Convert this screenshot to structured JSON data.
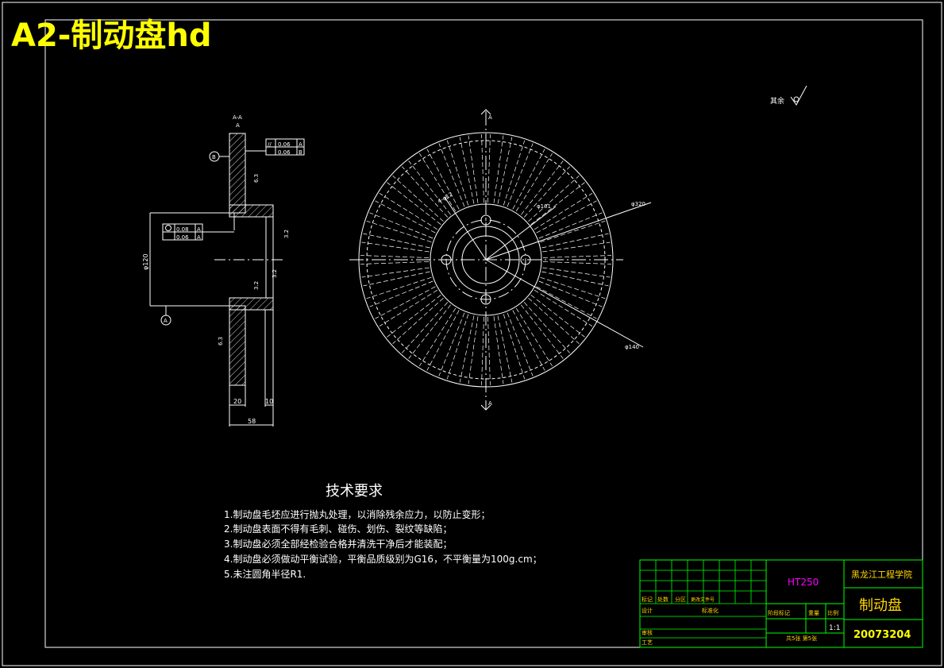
{
  "title": "A2-制动盘hd",
  "surface_finish_note": "其余",
  "section_view": {
    "section_label": "A-A",
    "section_marker": "A",
    "tolerance_frame_1": {
      "symbol": "//",
      "row1": "0.06",
      "datum1": "A",
      "row2": "0.06",
      "datum2": "B"
    },
    "tolerance_frame_2": {
      "row1": "0.08",
      "datum1": "A",
      "row2": "0.06",
      "datum2": "A"
    },
    "datum_A": "A",
    "datum_B": "B",
    "roughness_1": "6.3",
    "roughness_2": "6.3",
    "roughness_3": "3.2",
    "roughness_4": "3.2",
    "roughness_5": "3.2",
    "dia_label": "φ120",
    "dim_20": "20",
    "dim_10": "10",
    "dim_58": "58"
  },
  "front_view": {
    "section_mark_top": "A",
    "section_mark_bottom": "A",
    "holes_label": "4-φ12",
    "dia_101": "φ101",
    "dia_320": "φ320",
    "dia_140": "φ140"
  },
  "requirements": {
    "heading": "技术要求",
    "items": [
      "1.制动盘毛坯应进行抛丸处理，以消除残余应力，以防止变形；",
      "2.制动盘表面不得有毛刺、碰伤、划伤、裂纹等缺陷；",
      "3.制动盘必须全部经检验合格并清洗干净后才能装配；",
      "4.制动盘必须做动平衡试验，平衡品质级别为G16，不平衡量为100g.cm；",
      "5.未注圆角半径R1."
    ]
  },
  "title_block": {
    "material": "HT250",
    "school": "黑龙江工程学院",
    "part_name": "制动盘",
    "drawing_no": "20073204",
    "scale": "1:1",
    "labels": {
      "mark": "标记",
      "count": "处数",
      "zone": "分区",
      "change_doc": "更改文件号",
      "design": "设计",
      "standardize": "标准化",
      "review": "审核",
      "process": "工艺",
      "stage_mark": "阶段标记",
      "weight": "重量",
      "ratio": "比例",
      "sheets": "共5张 第5张"
    }
  },
  "colors": {
    "title": "#ffff00",
    "line": "#ffffff",
    "table": "#00ff00",
    "material": "#ff00ff",
    "school": "#ffd700",
    "drawing_no": "#ffff00",
    "dimension": "#ffffff"
  }
}
